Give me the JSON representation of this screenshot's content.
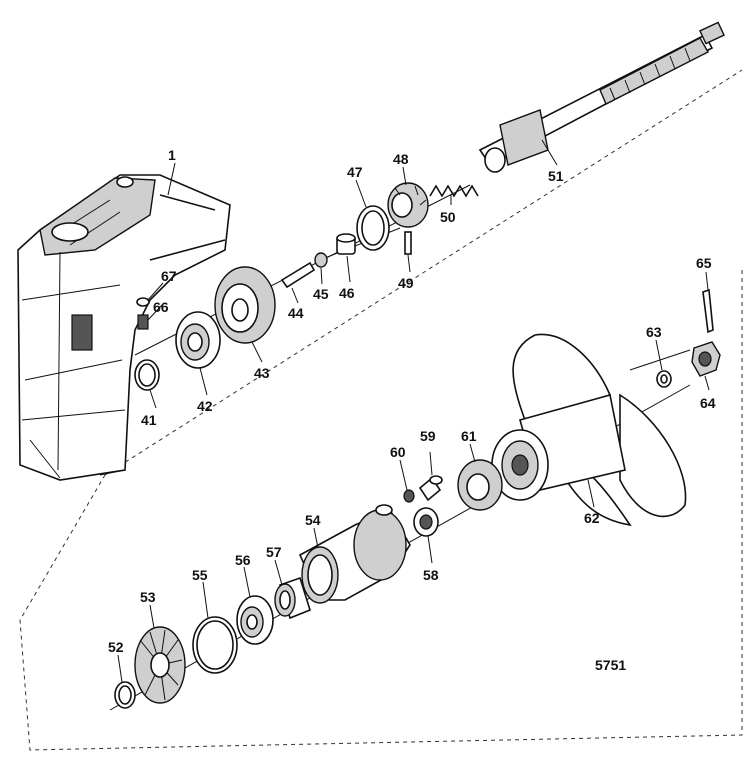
{
  "diagram_id": "5751",
  "parts": [
    {
      "key": "p1",
      "label": "1"
    },
    {
      "key": "p41",
      "label": "41"
    },
    {
      "key": "p42",
      "label": "42"
    },
    {
      "key": "p43",
      "label": "43"
    },
    {
      "key": "p44",
      "label": "44"
    },
    {
      "key": "p45",
      "label": "45"
    },
    {
      "key": "p46",
      "label": "46"
    },
    {
      "key": "p47",
      "label": "47"
    },
    {
      "key": "p48",
      "label": "48"
    },
    {
      "key": "p49",
      "label": "49"
    },
    {
      "key": "p50",
      "label": "50"
    },
    {
      "key": "p51",
      "label": "51"
    },
    {
      "key": "p52",
      "label": "52"
    },
    {
      "key": "p53",
      "label": "53"
    },
    {
      "key": "p54",
      "label": "54"
    },
    {
      "key": "p55",
      "label": "55"
    },
    {
      "key": "p56",
      "label": "56"
    },
    {
      "key": "p57",
      "label": "57"
    },
    {
      "key": "p58",
      "label": "58"
    },
    {
      "key": "p59",
      "label": "59"
    },
    {
      "key": "p60",
      "label": "60"
    },
    {
      "key": "p61",
      "label": "61"
    },
    {
      "key": "p62",
      "label": "62"
    },
    {
      "key": "p63",
      "label": "63"
    },
    {
      "key": "p64",
      "label": "64"
    },
    {
      "key": "p65",
      "label": "65"
    },
    {
      "key": "p66",
      "label": "66"
    },
    {
      "key": "p67",
      "label": "67"
    }
  ]
}
